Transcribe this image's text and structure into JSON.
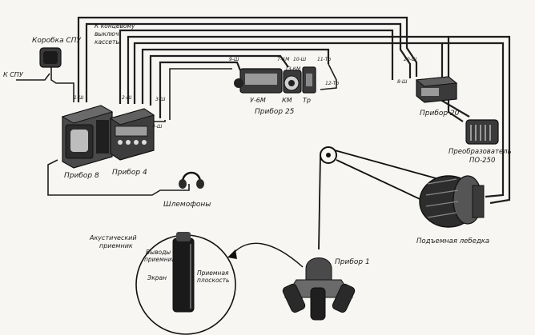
{
  "labels": {
    "spu_box": "Коробка СПУ",
    "to_spu": "К СПУ",
    "to_cassette": "К концевому выключ. кассеты",
    "device8": "Прибор 8",
    "device4": "Прибор 4",
    "device25": "Прибор 25",
    "u6m": "У-6М",
    "km": "КМ",
    "tr": "Тр",
    "device20": "Прибор 20",
    "converter": "Преобразователь ПО-250",
    "headset": "Шлемофоны",
    "winch": "Подъемная лебедка",
    "device1": "Прибор 1",
    "acoustic_receiver": "Акустический приемник",
    "receiver_leads": "Выводы приемника",
    "screen": "Экран",
    "receiving_plane": "Приемная плоскость"
  },
  "connectors": {
    "c1": "1-Ш",
    "c2": "2-Ш",
    "c3": "3-Ш",
    "c4": "4-Ш",
    "c9": "9-Ш",
    "c10": "10-Ш",
    "c11": "11-Тр",
    "c12": "12-Тр",
    "c13": "13-КМ",
    "c7": "7-КМ",
    "c20": "20-Ш",
    "c8": "8-Ш"
  }
}
